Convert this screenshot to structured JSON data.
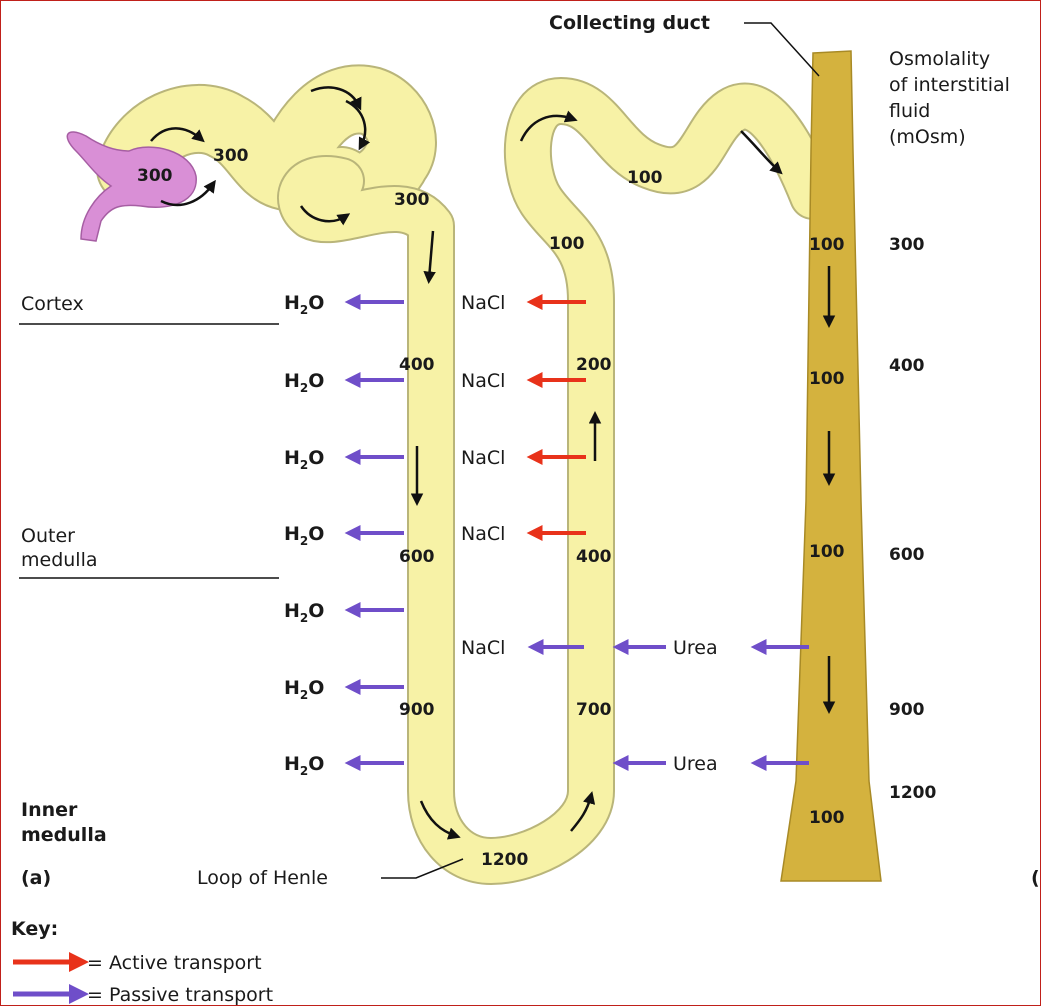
{
  "labels": {
    "collecting_duct": "Collecting duct",
    "osmolality_line1": "Osmolality",
    "osmolality_line2": "of interstitial",
    "osmolality_line3": "fluid",
    "osmolality_line4": "(mOsm)",
    "cortex": "Cortex",
    "outer_medulla_line1": "Outer",
    "outer_medulla_line2": "medulla",
    "inner_medulla_line1": "Inner",
    "inner_medulla_line2": "medulla",
    "panel": "(a)",
    "loop_of_henle": "Loop of Henle",
    "cut_paren": "("
  },
  "key": {
    "title": "Key:",
    "active": "= Active transport",
    "passive": "= Passive transport"
  },
  "substances": {
    "water": "H",
    "water_sub": "2",
    "water_end": "O",
    "nacl": "NaCl",
    "urea": "Urea"
  },
  "tubule_values": {
    "glomerulus": "300",
    "pct": "300",
    "pct_end": "300",
    "desc_1": "400",
    "desc_2": "600",
    "desc_3": "900",
    "bottom": "1200",
    "asc_thin": "700",
    "asc_thick_low": "400",
    "asc_thick_mid": "200",
    "asc_thick_top": "100",
    "dct": "100"
  },
  "duct_values": [
    "100",
    "100",
    "100",
    "100"
  ],
  "interstitial_values": [
    "300",
    "400",
    "600",
    "900",
    "1200"
  ],
  "colors": {
    "tubule": "#f7f2a6",
    "tubule_edge": "#b9b57a",
    "duct": "#d4b23e",
    "glomerulus": "#d98fd6",
    "active": "#e8321a",
    "passive": "#6f4ec9"
  }
}
